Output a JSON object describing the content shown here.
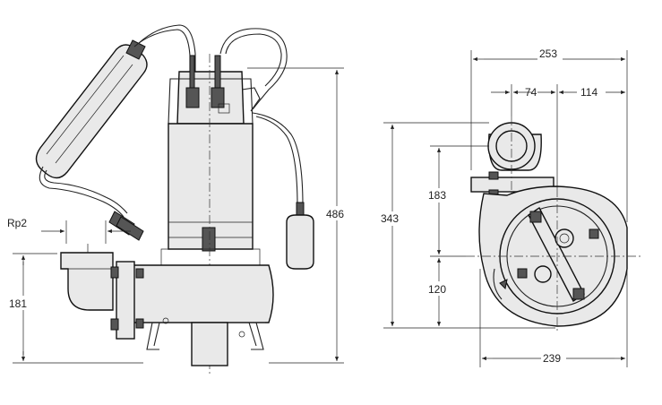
{
  "dimensions": {
    "thread_size": "Rp2",
    "discharge_height": "181",
    "total_height": "486",
    "overall_width": "253",
    "offset_left": "74",
    "offset_right": "114",
    "total_depth": "343",
    "upper_depth": "183",
    "lower_depth": "120",
    "base_width": "239"
  }
}
